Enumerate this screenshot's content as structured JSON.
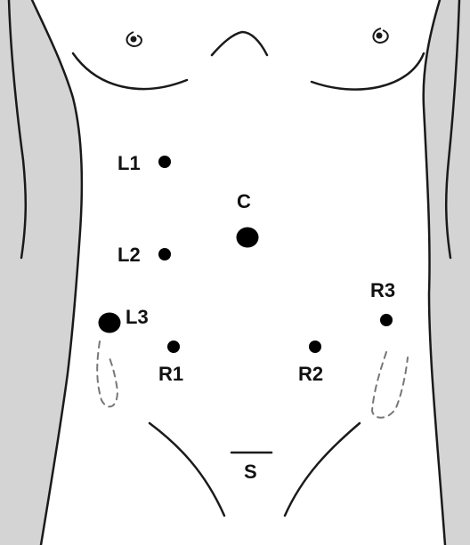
{
  "figure": {
    "background_color": "#ffffff",
    "side_panel_color": "#d4d4d4",
    "outline_color": "#1a1a1a",
    "marker_color": "#000000"
  },
  "markers": [
    {
      "id": "L1",
      "label": "L1",
      "size": "small"
    },
    {
      "id": "C",
      "label": "C",
      "size": "large"
    },
    {
      "id": "L2",
      "label": "L2",
      "size": "small"
    },
    {
      "id": "L3",
      "label": "L3",
      "size": "large"
    },
    {
      "id": "R1",
      "label": "R1",
      "size": "small"
    },
    {
      "id": "R2",
      "label": "R2",
      "size": "small"
    },
    {
      "id": "R3",
      "label": "R3",
      "size": "small"
    }
  ],
  "symphysis": {
    "label": "S"
  }
}
